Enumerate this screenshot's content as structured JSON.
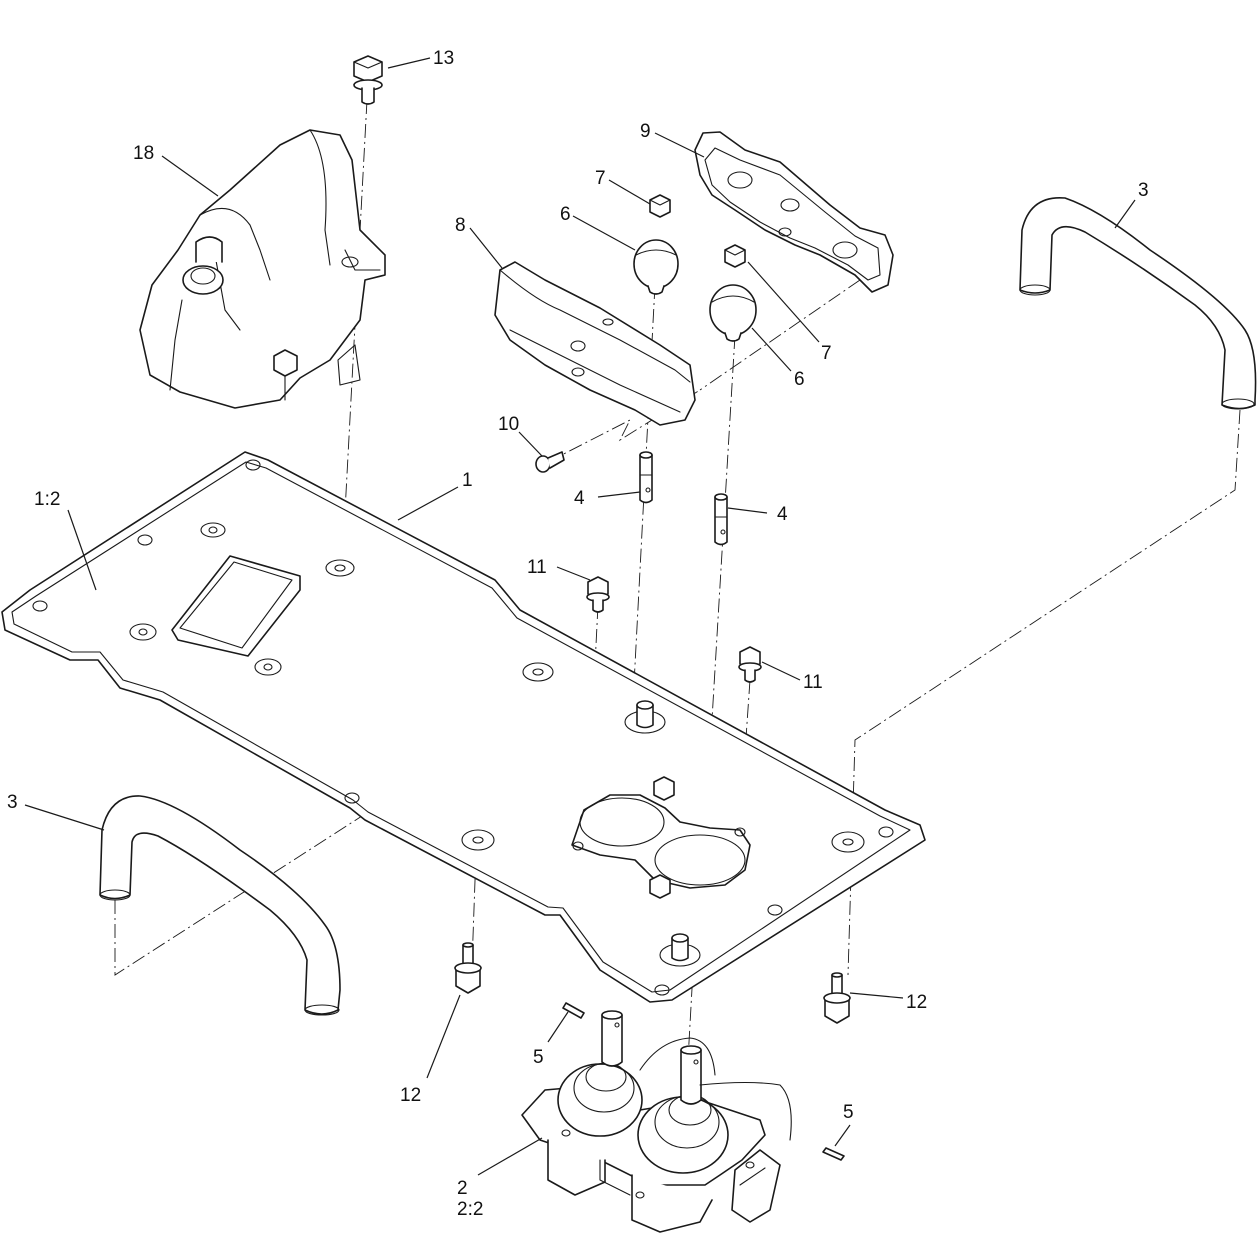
{
  "callouts": [
    {
      "id": "c1",
      "text": "1"
    },
    {
      "id": "c1_2",
      "text": "1:2"
    },
    {
      "id": "c2",
      "text": "2"
    },
    {
      "id": "c2_2",
      "text": "2:2"
    },
    {
      "id": "c3a",
      "text": "3"
    },
    {
      "id": "c3b",
      "text": "3"
    },
    {
      "id": "c4a",
      "text": "4"
    },
    {
      "id": "c4b",
      "text": "4"
    },
    {
      "id": "c5a",
      "text": "5"
    },
    {
      "id": "c5b",
      "text": "5"
    },
    {
      "id": "c6a",
      "text": "6"
    },
    {
      "id": "c6b",
      "text": "6"
    },
    {
      "id": "c7a",
      "text": "7"
    },
    {
      "id": "c7b",
      "text": "7"
    },
    {
      "id": "c8",
      "text": "8"
    },
    {
      "id": "c9",
      "text": "9"
    },
    {
      "id": "c10",
      "text": "10"
    },
    {
      "id": "c11a",
      "text": "11"
    },
    {
      "id": "c11b",
      "text": "11"
    },
    {
      "id": "c12a",
      "text": "12"
    },
    {
      "id": "c12b",
      "text": "12"
    },
    {
      "id": "c13",
      "text": "13"
    },
    {
      "id": "c18",
      "text": "18"
    }
  ]
}
